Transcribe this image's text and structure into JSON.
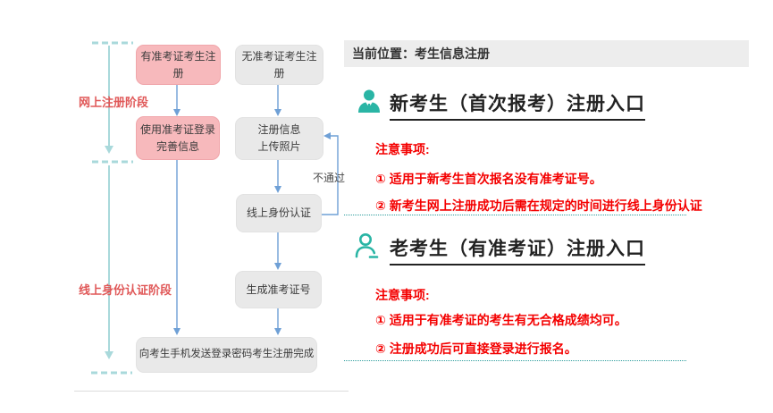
{
  "flowchart": {
    "phases": [
      {
        "label": "网上注册阶段"
      },
      {
        "label": "线上身份认证阶段"
      }
    ],
    "nodes": [
      {
        "id": "has-ticket-register",
        "label": "有准考证考生注\n册"
      },
      {
        "id": "no-ticket-register",
        "label": "无准考证考生注\n册"
      },
      {
        "id": "login-complete-info",
        "label": "使用准考证登录\n完善信息"
      },
      {
        "id": "register-upload-photo",
        "label": "注册信息\n上传照片"
      },
      {
        "id": "online-identity-verify",
        "label": "线上身份认证"
      },
      {
        "id": "generate-ticket-number",
        "label": "生成准考证号"
      },
      {
        "id": "send-password-complete",
        "label": "向考生手机发送登录密码考生注册完成"
      }
    ],
    "edge_label": "不通过"
  },
  "breadcrumb": {
    "label": "当前位置：考生信息注册"
  },
  "sections": [
    {
      "icon": "businessman-icon",
      "title": "新考生（首次报考）注册入口",
      "notes_title": "注意事项:",
      "notes": [
        "① 适用于新考生首次报名没有准考证号。",
        "② 新考生网上注册成功后需在规定的时间进行线上身份认证"
      ]
    },
    {
      "icon": "person-outline-icon",
      "title": "老考生（有准考证）注册入口",
      "notes_title": "注意事项:",
      "notes": [
        "① 适用于有准考证的考生有无合格成绩均可。",
        "② 注册成功后可直接登录进行报名。"
      ]
    }
  ],
  "colors": {
    "accent_teal": "#2ab5a5",
    "phase_line_teal": "#a9d9db",
    "phase_label_red": "#e05858",
    "note_red": "#f40000",
    "node_pink": "#f7b9bc",
    "node_gray": "#e9e9e9",
    "arrow_blue": "#6fa0d6",
    "breadcrumb_bg": "#ededed"
  }
}
